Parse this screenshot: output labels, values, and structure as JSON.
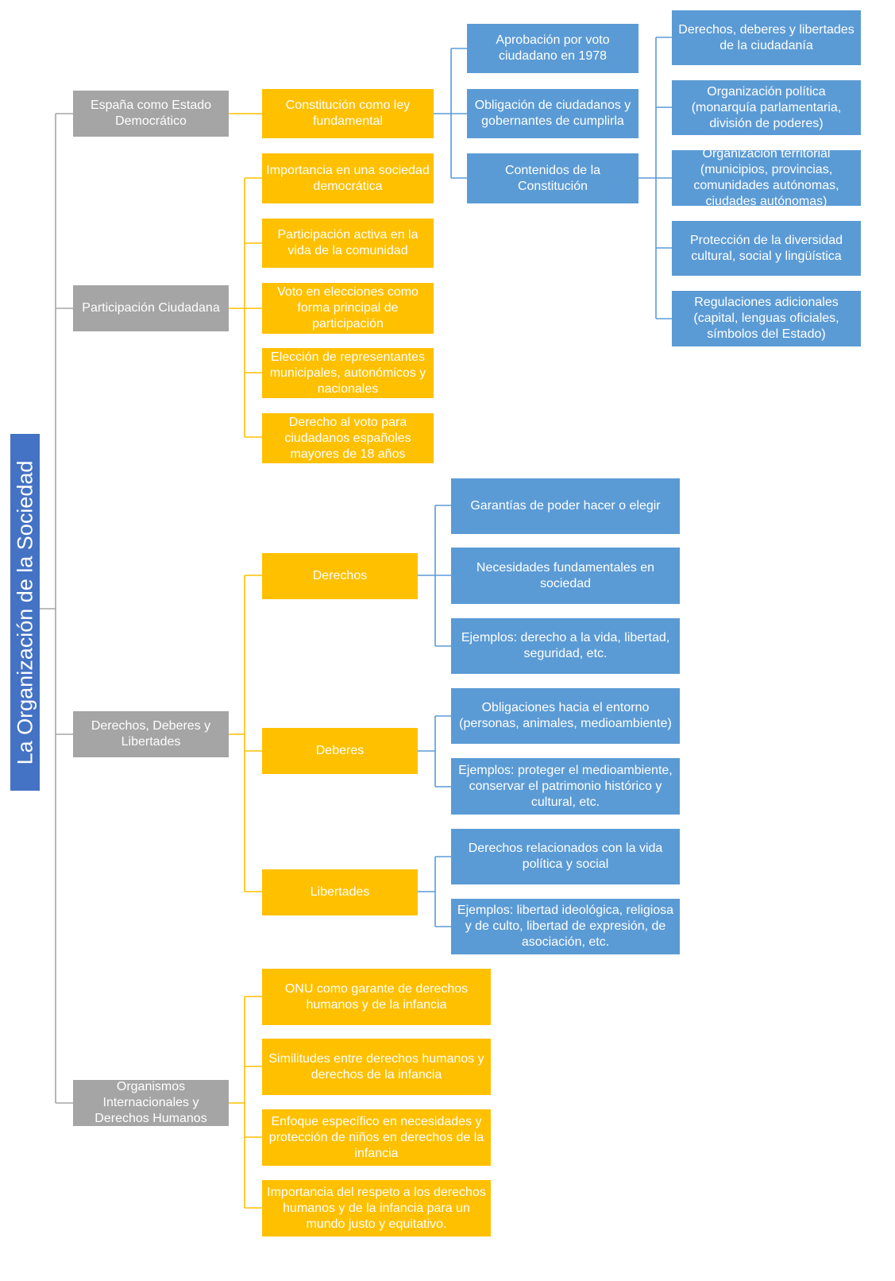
{
  "root": "La Organización de la Sociedad",
  "branches": [
    {
      "label": "España como Estado Democrático",
      "children": [
        {
          "label": "Constitución como ley fundamental",
          "children": [
            {
              "label": "Aprobación por voto ciudadano en 1978"
            },
            {
              "label": "Obligación de ciudadanos y gobernantes de cumplirla"
            },
            {
              "label": "Contenidos de la Constitución",
              "children": [
                {
                  "label": "Derechos, deberes y libertades de la ciudadanía"
                },
                {
                  "label": "Organización política (monarquía parlamentaria, división de poderes)"
                },
                {
                  "label": "Organización territorial (municipios, provincias, comunidades autónomas, ciudades autónomas)"
                },
                {
                  "label": "Protección de la diversidad cultural, social y lingüística"
                },
                {
                  "label": "Regulaciones adicionales (capital, lenguas oficiales, símbolos del Estado)"
                }
              ]
            }
          ]
        }
      ]
    },
    {
      "label": "Participación Ciudadana",
      "children": [
        {
          "label": "Importancia en una sociedad democrática"
        },
        {
          "label": "Participación activa en la vida de la comunidad"
        },
        {
          "label": "Voto en elecciones como forma principal de participación"
        },
        {
          "label": "Elección de representantes municipales, autonómicos y nacionales"
        },
        {
          "label": "Derecho al voto para ciudadanos españoles mayores de 18 años"
        }
      ]
    },
    {
      "label": "Derechos, Deberes y Libertades",
      "children": [
        {
          "label": "Derechos",
          "children": [
            {
              "label": "Garantías de poder hacer o elegir"
            },
            {
              "label": "Necesidades fundamentales en sociedad"
            },
            {
              "label": "Ejemplos: derecho a la vida, libertad, seguridad, etc."
            }
          ]
        },
        {
          "label": "Deberes",
          "children": [
            {
              "label": "Obligaciones hacia el entorno (personas, animales, medioambiente)"
            },
            {
              "label": "Ejemplos: proteger el medioambiente, conservar el patrimonio histórico y cultural, etc."
            }
          ]
        },
        {
          "label": "Libertades",
          "children": [
            {
              "label": "Derechos relacionados con la vida política y social"
            },
            {
              "label": "Ejemplos: libertad ideológica, religiosa y de culto, libertad de expresión, de asociación, etc."
            }
          ]
        }
      ]
    },
    {
      "label": "Organismos Internacionales y Derechos Humanos",
      "children": [
        {
          "label": "ONU como garante de derechos humanos y de la infancia"
        },
        {
          "label": "Similitudes entre derechos humanos y derechos de la infancia"
        },
        {
          "label": "Enfoque específico en necesidades y protección de niños en derechos de la infancia"
        },
        {
          "label": "Importancia del respeto a los derechos humanos y de la infancia para un mundo justo y equitativo."
        }
      ]
    }
  ],
  "colors": {
    "root": "#4472c4",
    "level1": "#a5a5a5",
    "level2": "#ffc000",
    "level3": "#5b9bd5",
    "text": "#ffffff"
  }
}
